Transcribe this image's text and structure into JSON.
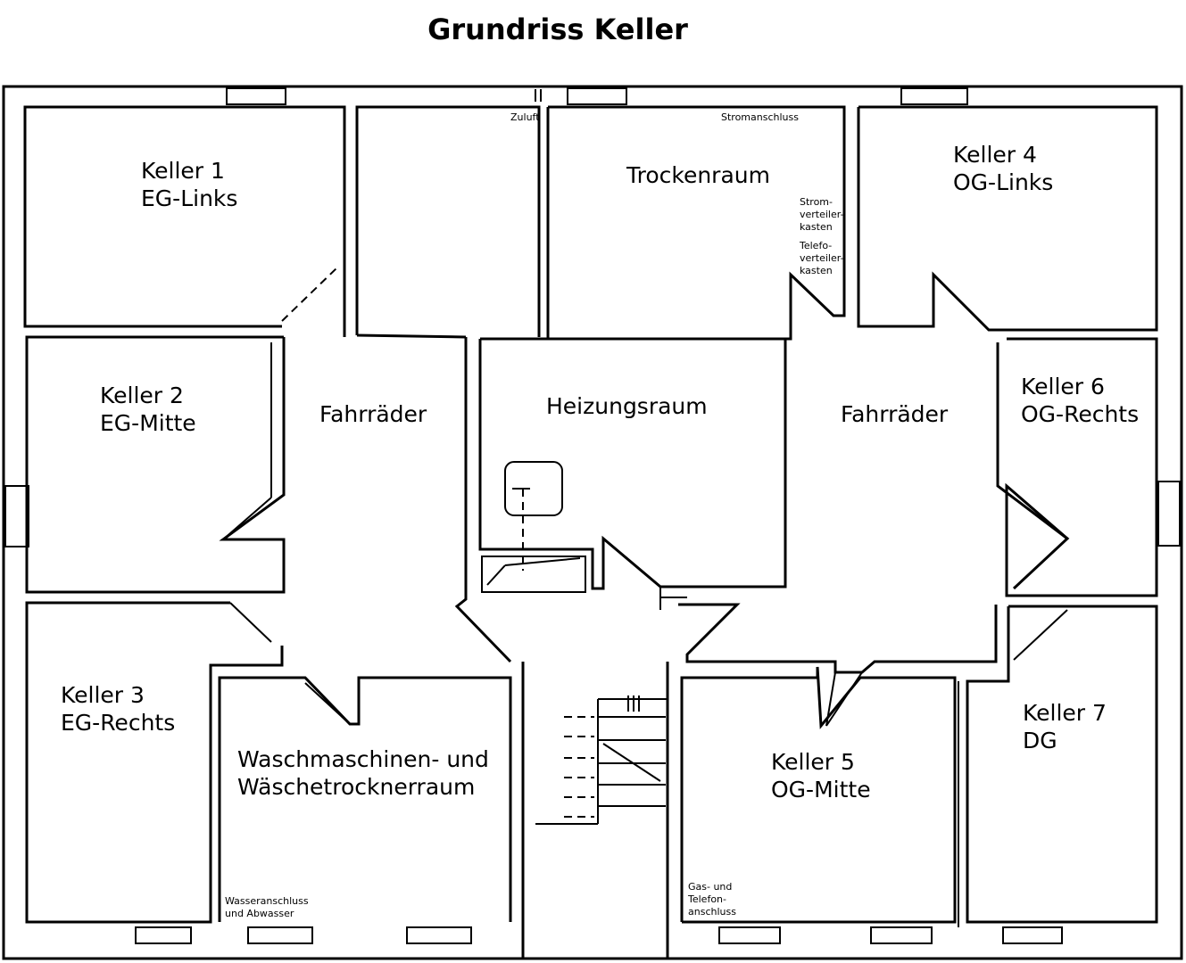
{
  "title": "Grundriss Keller",
  "rooms": {
    "keller1": {
      "line1": "Keller 1",
      "line2": "EG-Links"
    },
    "keller2": {
      "line1": "Keller 2",
      "line2": "EG-Mitte"
    },
    "keller3": {
      "line1": "Keller 3",
      "line2": "EG-Rechts"
    },
    "keller4": {
      "line1": "Keller 4",
      "line2": "OG-Links"
    },
    "keller5": {
      "line1": "Keller 5",
      "line2": "OG-Mitte"
    },
    "keller6": {
      "line1": "Keller 6",
      "line2": "OG-Rechts"
    },
    "keller7": {
      "line1": "Keller 7",
      "line2": "DG"
    },
    "trockenraum": "Trockenraum",
    "heizungsraum": "Heizungsraum",
    "fahrraeder_links": "Fahrräder",
    "fahrraeder_rechts": "Fahrräder",
    "waschraum": {
      "line1": "Waschmaschinen- und",
      "line2": "Wäschetrocknerraum"
    }
  },
  "notes": {
    "zuluft": "Zuluft",
    "stromanschluss": "Stromanschluss",
    "stromverteiler": [
      "Strom-",
      "verteiler-",
      "kasten"
    ],
    "telefoverteiler": [
      "Telefo-",
      "verteiler-",
      "kasten"
    ],
    "wasser": [
      "Wasseranschluss",
      "und Abwasser"
    ],
    "gas": [
      "Gas- und",
      "Telefon-",
      "anschluss"
    ]
  }
}
